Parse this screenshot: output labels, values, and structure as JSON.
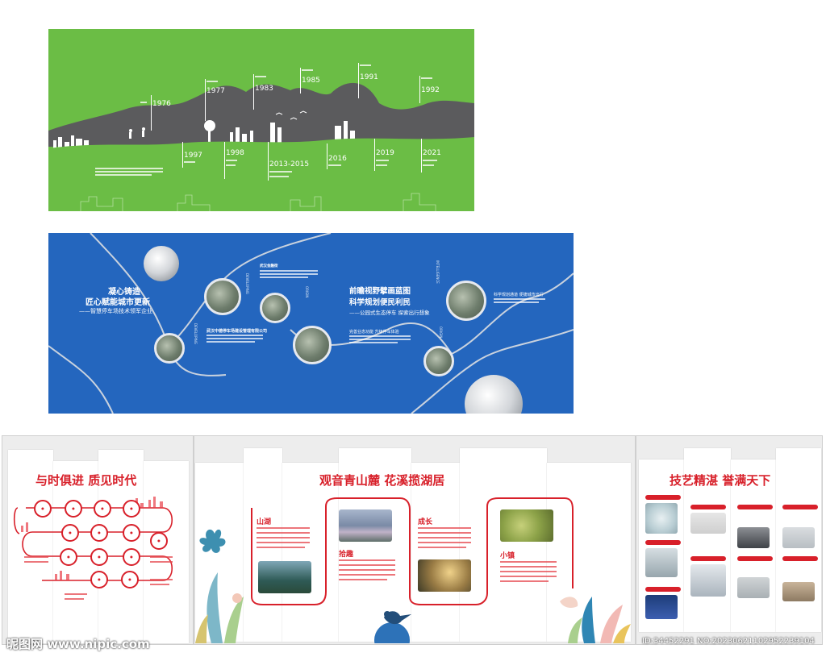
{
  "timeline": {
    "years": [
      "1976",
      "1977",
      "1983",
      "1985",
      "1991",
      "1992",
      "1997",
      "1998",
      "2013-2015",
      "2016",
      "2019",
      "2021"
    ]
  },
  "blue_panel": {
    "headline": {
      "line1": "凝心铸造",
      "line2": "匠心赋能城市更新",
      "line3": "——智慧停车场技术领军企业"
    },
    "center_label": "武汉金融街",
    "company_label": "武汉中德停车场建设管理有限公司",
    "vision": {
      "line1": "前瞻视野擘画蓝图",
      "line2": "科学规划便民利民",
      "line3": "——公园式生态停车 探索出行想象"
    },
    "service_label": "完善业态功能 升级停车体验",
    "right_label": "科学规划通道 便捷城市出行"
  },
  "left_board": {
    "title": "与时俱进   质见时代"
  },
  "center_board": {
    "title": "观音青山麓   花溪揽湖居",
    "sections": {
      "shanhu": "山湖",
      "shiqu": "拾趣",
      "chengzhang": "成长",
      "xiaozhen": "小镇"
    }
  },
  "right_board": {
    "title": "技艺精湛   誉满天下"
  },
  "watermark": {
    "site": "昵图网 www.nipic.com",
    "id": "ID:34452291 NO:20230621102952239104"
  },
  "colors": {
    "green": "#6bbd45",
    "blue": "#2466be",
    "red": "#d8202a"
  }
}
